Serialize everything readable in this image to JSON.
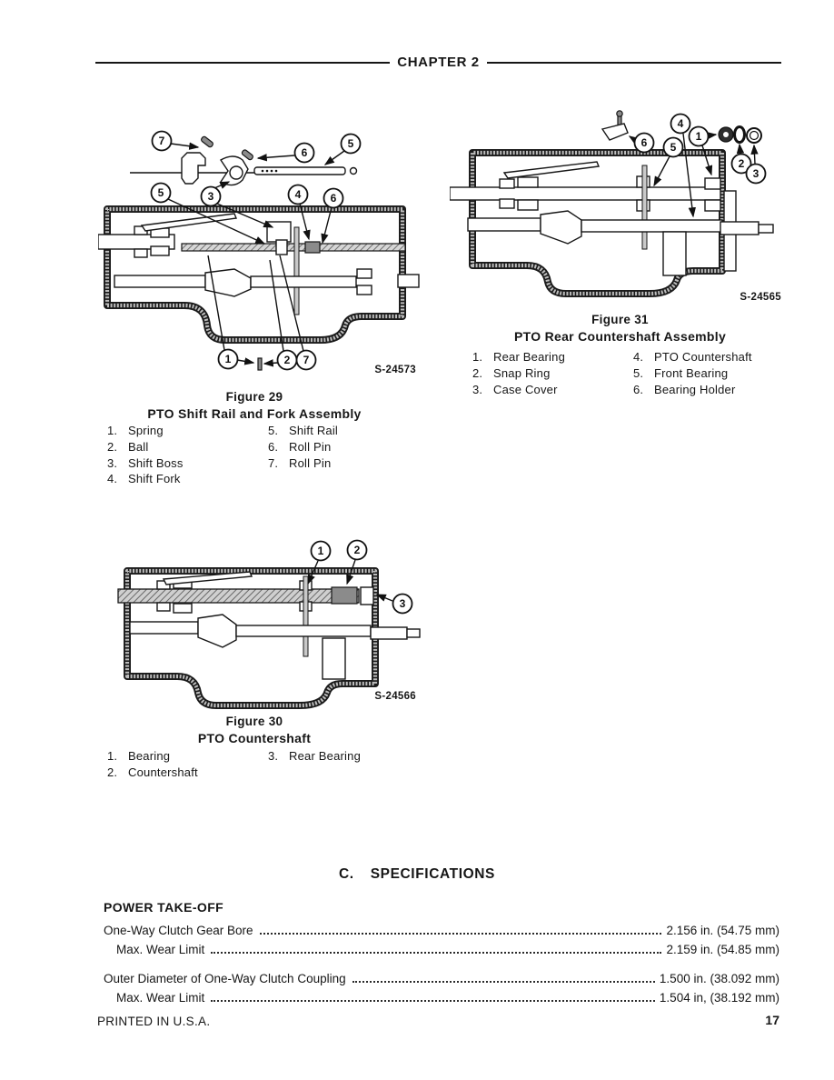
{
  "page": {
    "header_title": "CHAPTER 2",
    "footer_left": "PRINTED IN U.S.A.",
    "page_number": "17"
  },
  "figure29": {
    "ref": "S-24573",
    "title": "Figure 29",
    "subtitle": "PTO Shift Rail and Fork Assembly",
    "callouts": [
      "7",
      "6",
      "5",
      "5",
      "3",
      "4",
      "6",
      "1",
      "2",
      "7"
    ],
    "legend_left": [
      {
        "num": "1.",
        "label": "Spring"
      },
      {
        "num": "2.",
        "label": "Ball"
      },
      {
        "num": "3.",
        "label": "Shift Boss"
      },
      {
        "num": "4.",
        "label": "Shift Fork"
      }
    ],
    "legend_right": [
      {
        "num": "5.",
        "label": "Shift Rail"
      },
      {
        "num": "6.",
        "label": "Roll Pin"
      },
      {
        "num": "7.",
        "label": "Roll Pin"
      }
    ]
  },
  "figure31": {
    "ref": "S-24565",
    "title": "Figure 31",
    "subtitle": "PTO Rear Countershaft Assembly",
    "callouts": [
      "6",
      "5",
      "4",
      "1",
      "2",
      "3"
    ],
    "legend_left": [
      {
        "num": "1.",
        "label": "Rear Bearing"
      },
      {
        "num": "2.",
        "label": "Snap Ring"
      },
      {
        "num": "3.",
        "label": "Case Cover"
      }
    ],
    "legend_right": [
      {
        "num": "4.",
        "label": "PTO Countershaft"
      },
      {
        "num": "5.",
        "label": "Front Bearing"
      },
      {
        "num": "6.",
        "label": "Bearing Holder"
      }
    ]
  },
  "figure30": {
    "ref": "S-24566",
    "title": "Figure 30",
    "subtitle": "PTO Countershaft",
    "callouts": [
      "1",
      "2",
      "3"
    ],
    "legend_left": [
      {
        "num": "1.",
        "label": "Bearing"
      },
      {
        "num": "2.",
        "label": "Countershaft"
      }
    ],
    "legend_right": [
      {
        "num": "3.",
        "label": "Rear Bearing"
      }
    ]
  },
  "specifications": {
    "heading_prefix": "C.",
    "heading_text": "SPECIFICATIONS",
    "section_title": "POWER TAKE-OFF",
    "rows": [
      {
        "label": "One-Way Clutch Gear Bore",
        "value": "2.156 in. (54.75 mm)"
      },
      {
        "label": "Max. Wear Limit",
        "value": "2.159 in. (54.85 mm)"
      },
      {
        "label": "Outer Diameter of One-Way Clutch Coupling",
        "value": "1.500 in. (38.092 mm)"
      },
      {
        "label": "Max. Wear Limit",
        "value": "1.504 in, (38.192 mm)"
      }
    ]
  }
}
